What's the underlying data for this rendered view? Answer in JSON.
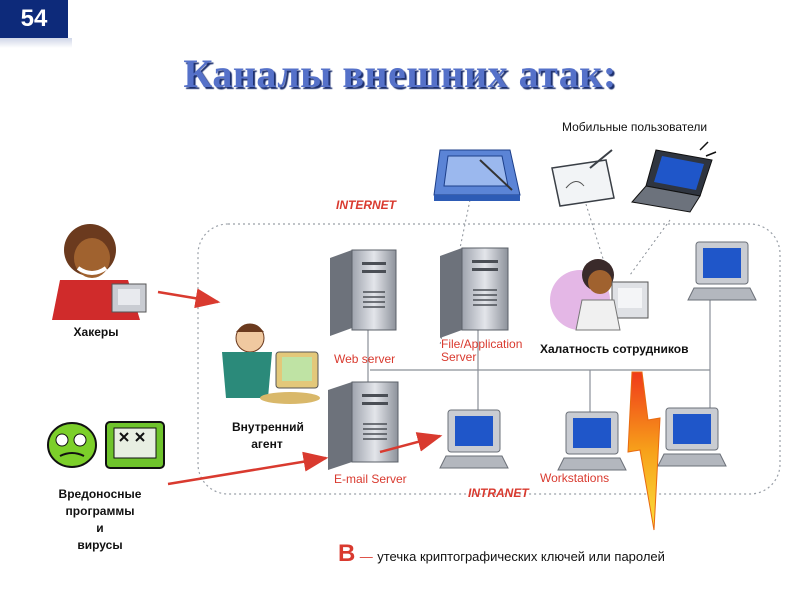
{
  "slide": {
    "number": "54"
  },
  "title": "Каналы внешних атак:",
  "labels": {
    "mobile_users": "Мобильные пользователи",
    "internet": "INTERNET",
    "intranet": "INTRANET",
    "hackers": "Хакеры",
    "web_server": "Web server",
    "file_server_line1": "File/Application",
    "file_server_line2": "Server",
    "negligence": "Халатность сотрудников",
    "inner_agent_line1": "Внутренний",
    "inner_agent_line2": "агент",
    "email_server": "E-mail Server",
    "workstations": "Workstations",
    "malware_line1": "Вредоносные",
    "malware_line2": "программы",
    "malware_line3": "и",
    "malware_line4": "вирусы"
  },
  "footer": {
    "letter": "В",
    "dash": "—",
    "text": "утечка криптографических ключей или паролей"
  },
  "colors": {
    "slide_badge": "#0d2a7a",
    "title": "#5571c9",
    "accent_red": "#d93a2f",
    "server_gray": "#b8bcc4",
    "monitor_screen": "#1f56c9",
    "lightning": "#f6c21a"
  },
  "icons": [
    "hacker-icon",
    "malware-icon",
    "inner-agent-icon",
    "pda-icon",
    "tablet-icon",
    "laptop-icon",
    "employee-icon",
    "web-server-icon",
    "file-server-icon",
    "email-server-icon",
    "workstation-icon",
    "lightning-icon"
  ]
}
